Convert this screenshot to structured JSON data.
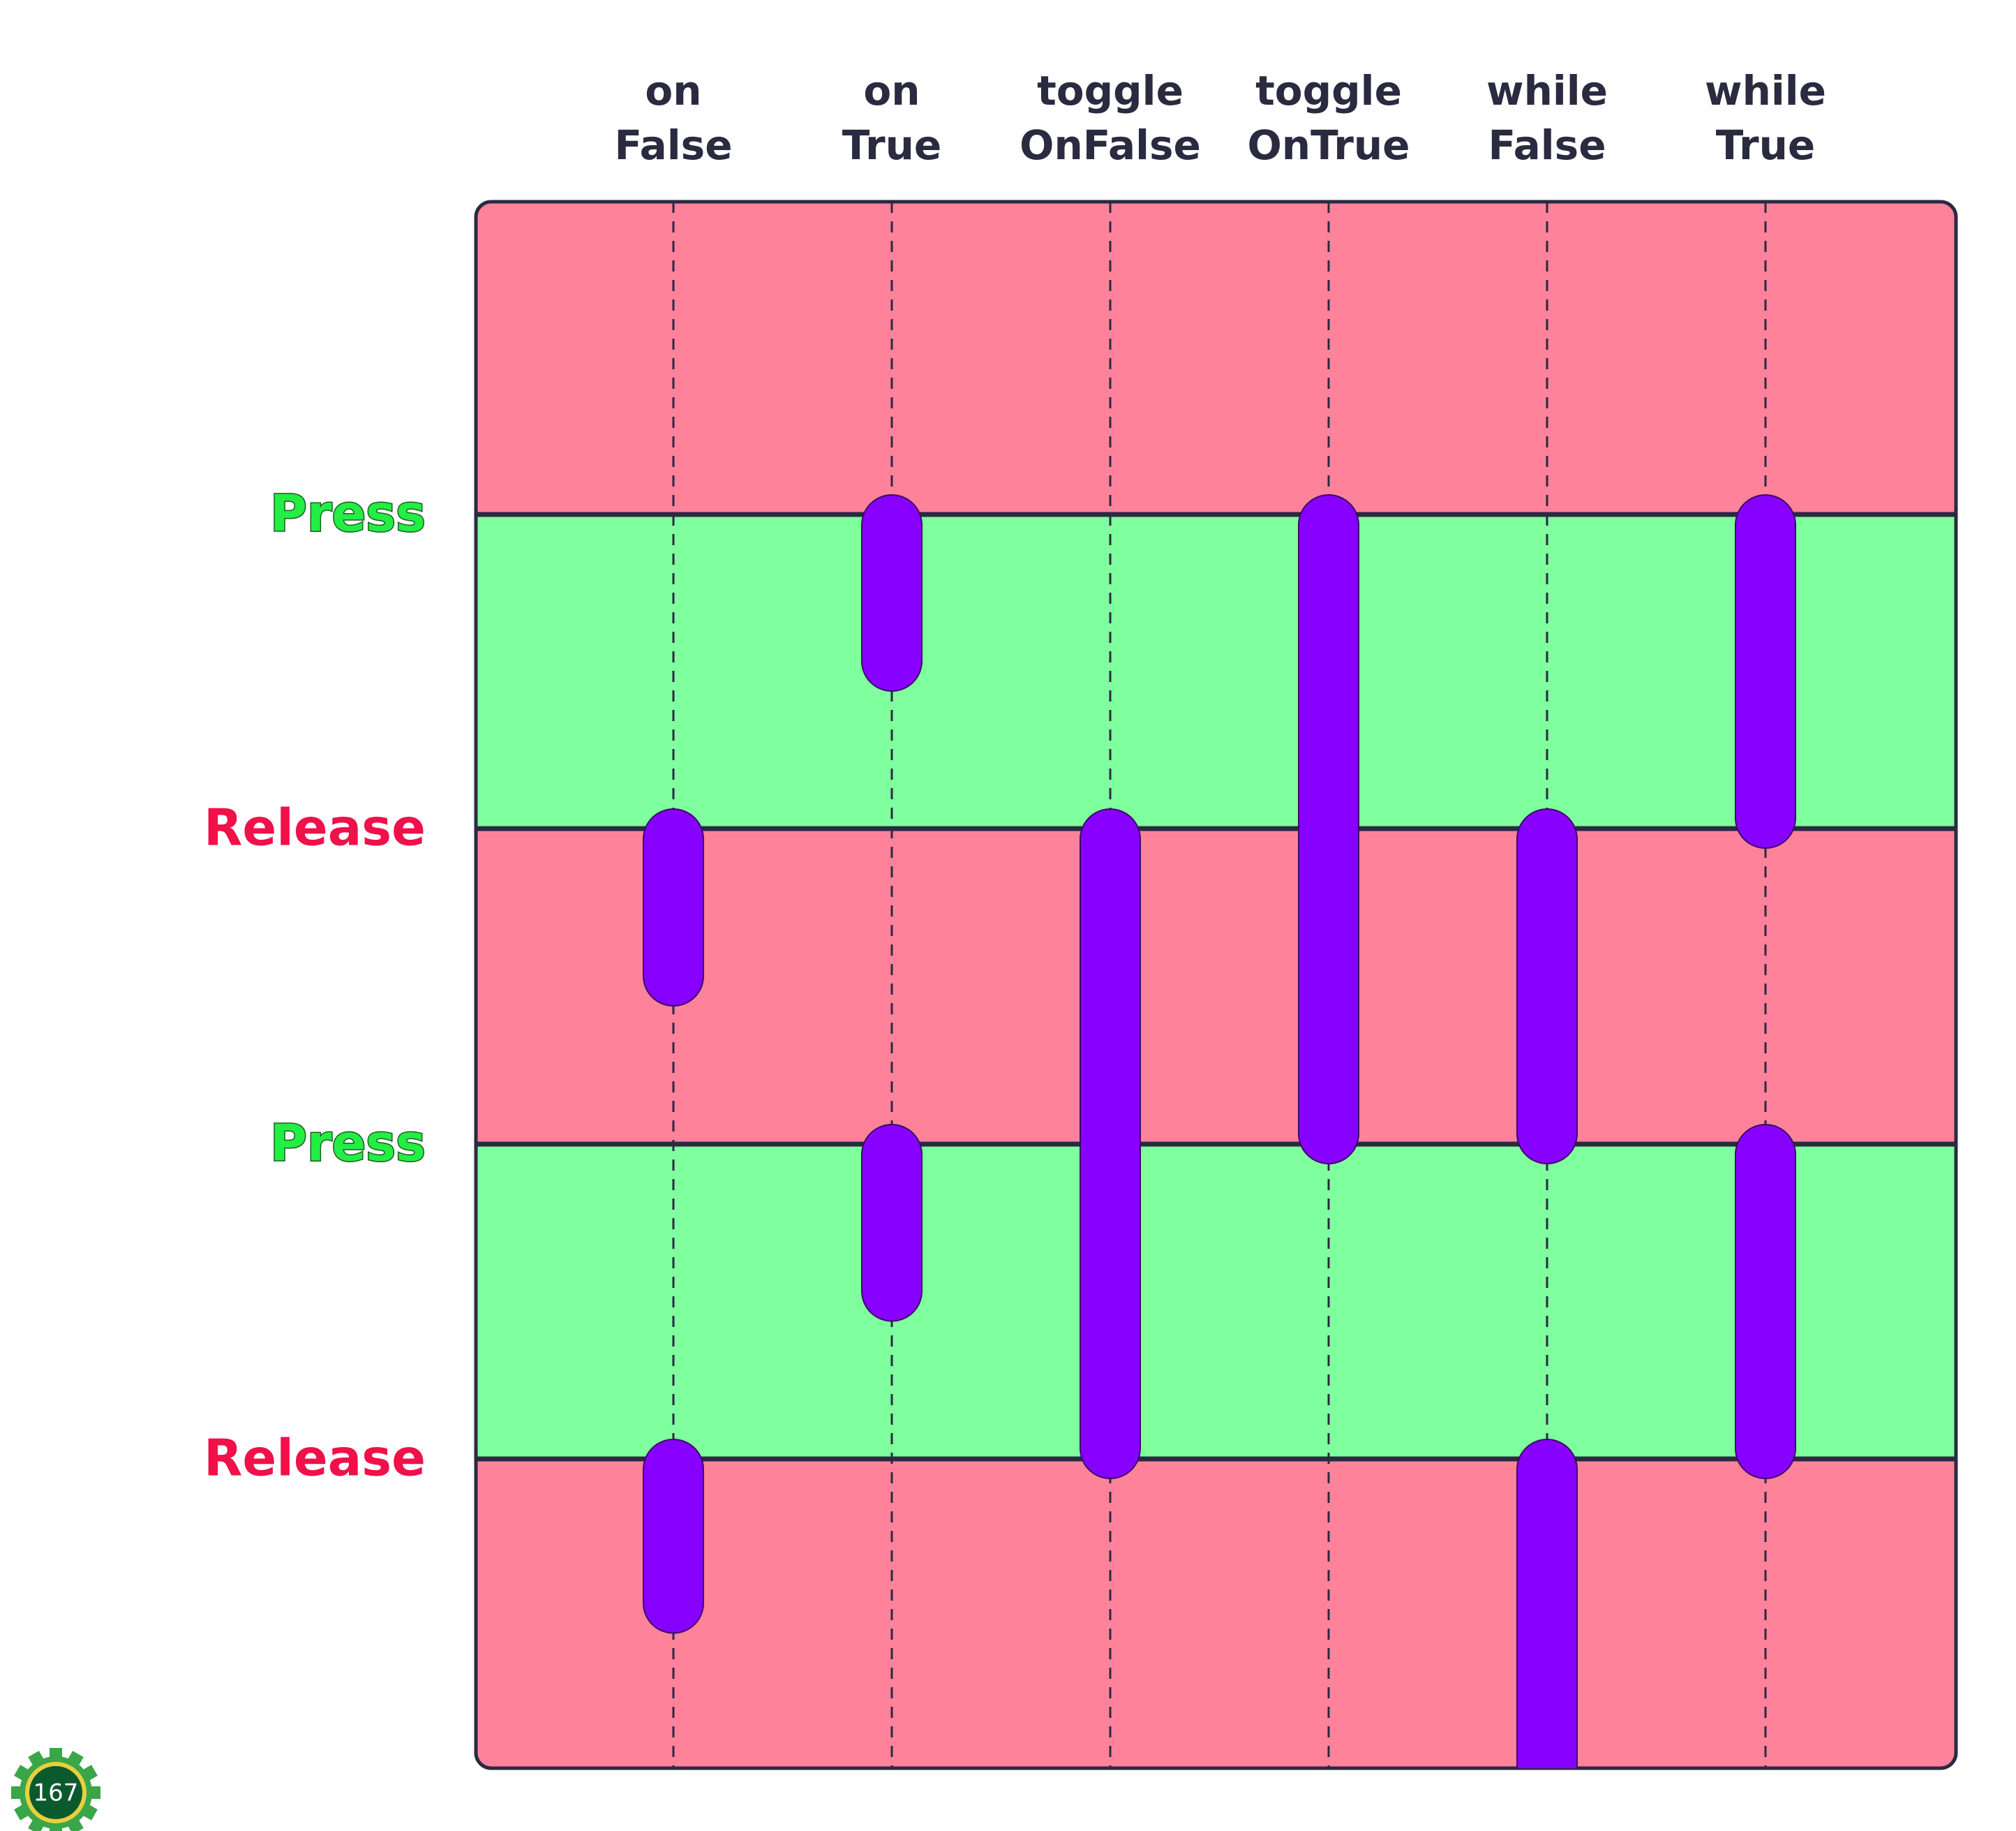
{
  "columns": [
    {
      "line1": "on",
      "line2": "False"
    },
    {
      "line1": "on",
      "line2": "True"
    },
    {
      "line1": "toggle",
      "line2": "OnFalse"
    },
    {
      "line1": "toggle",
      "line2": "OnTrue"
    },
    {
      "line1": "while",
      "line2": "False"
    },
    {
      "line1": "while",
      "line2": "True"
    }
  ],
  "rows": [
    {
      "label": "Press",
      "kind": "press"
    },
    {
      "label": "Release",
      "kind": "release"
    },
    {
      "label": "Press",
      "kind": "press"
    },
    {
      "label": "Release",
      "kind": "release"
    }
  ],
  "bands": [
    "released",
    "pressed",
    "released",
    "pressed",
    "released"
  ],
  "command_runs": [
    {
      "column": 0,
      "from_event": 1,
      "to_event": 1.5
    },
    {
      "column": 0,
      "from_event": 3,
      "to_event": 3.5
    },
    {
      "column": 1,
      "from_event": 0,
      "to_event": 0.5
    },
    {
      "column": 1,
      "from_event": 2,
      "to_event": 2.5
    },
    {
      "column": 2,
      "from_event": 1,
      "to_event": 3
    },
    {
      "column": 3,
      "from_event": 0,
      "to_event": 2
    },
    {
      "column": 4,
      "from_event": 1,
      "to_event": 2
    },
    {
      "column": 4,
      "from_event": 3,
      "to_event": 4
    },
    {
      "column": 5,
      "from_event": 0,
      "to_event": 1
    },
    {
      "column": 5,
      "from_event": 2,
      "to_event": 3
    }
  ],
  "colors": {
    "released_band": "#ff829b",
    "pressed_band": "#80ff9e",
    "command": "#8800ff",
    "border": "#2a2a40",
    "press_text": "#22ee44",
    "release_text": "#f0104a"
  },
  "badge": {
    "text": "167",
    "icon": "gear-icon"
  }
}
